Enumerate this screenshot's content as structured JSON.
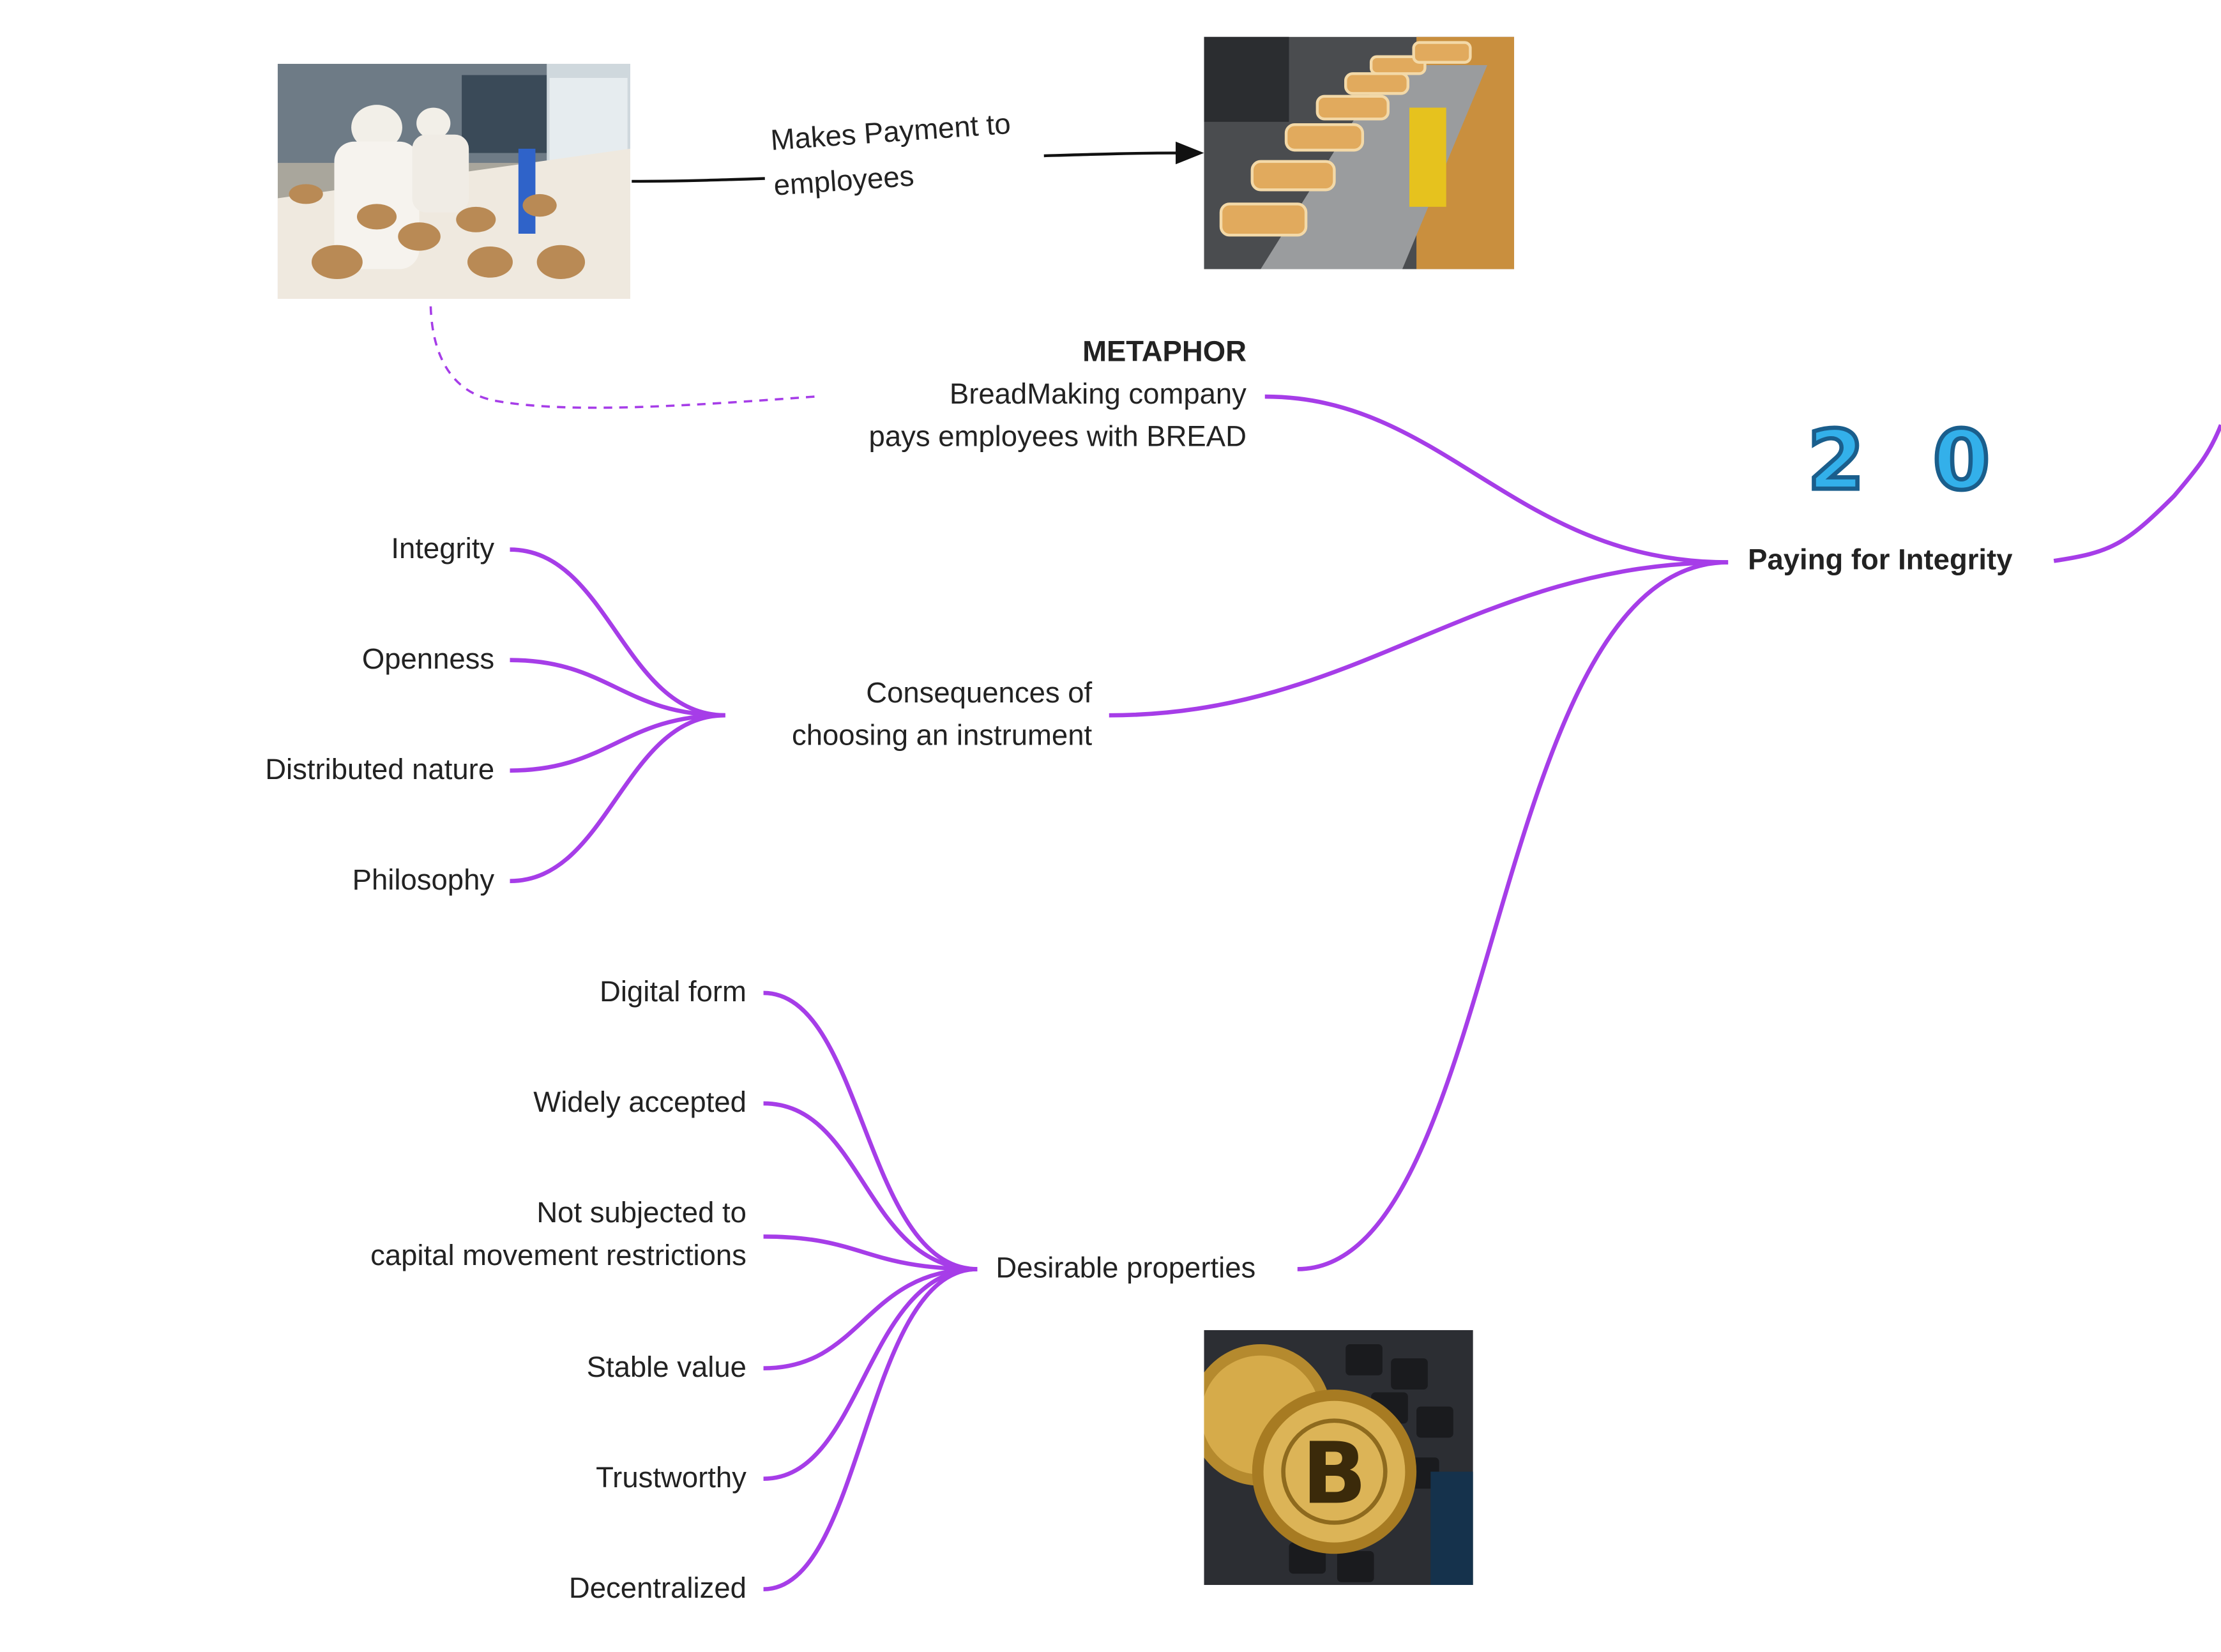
{
  "badge": {
    "count": "2 0"
  },
  "central": {
    "label": "Paying for Integrity"
  },
  "metaphor": {
    "title": "METAPHOR",
    "line1": "BreadMaking company",
    "line2": "pays employees with BREAD"
  },
  "edge": {
    "line1": "Makes Payment to",
    "line2": "employees"
  },
  "consequences": {
    "line1": "Consequences of",
    "line2": "choosing an instrument",
    "children": [
      "Integrity",
      "Openness",
      "Distributed nature",
      "Philosophy"
    ]
  },
  "desirable": {
    "label": "Desirable properties",
    "children": [
      {
        "line1": "Digital form"
      },
      {
        "line1": "Widely accepted"
      },
      {
        "line1": "Not subjected to",
        "line2": "capital movement restrictions"
      },
      {
        "line1": "Stable value"
      },
      {
        "line1": "Trustworthy"
      },
      {
        "line1": "Decentralized"
      }
    ]
  },
  "images": [
    {
      "name": "bakery-workers-photo"
    },
    {
      "name": "bread-conveyor-photo"
    },
    {
      "name": "bitcoin-coins-photo"
    }
  ],
  "colors": {
    "branch": "#a63de8",
    "arrow": "#111111",
    "badge": "#33b0ea"
  }
}
